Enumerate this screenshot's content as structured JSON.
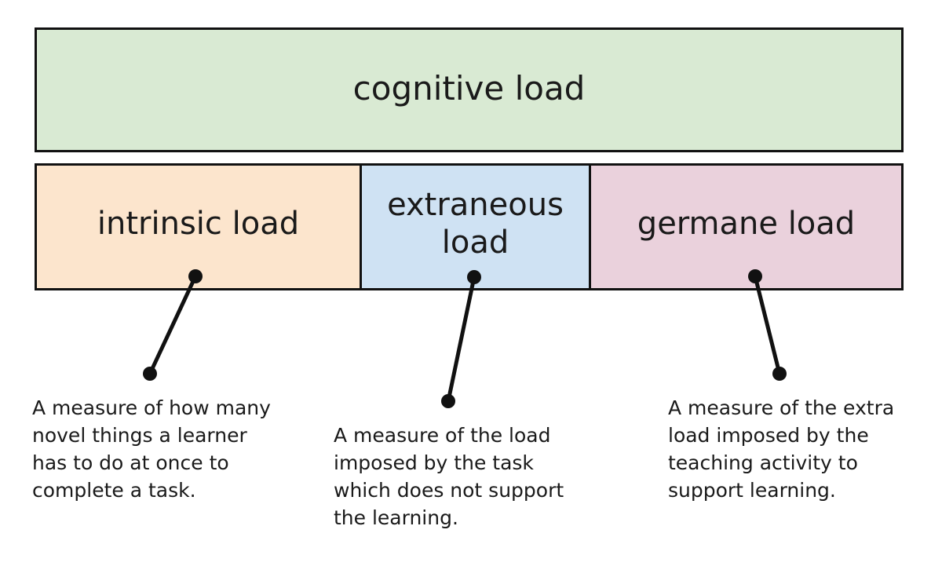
{
  "diagram": {
    "title": "cognitive load",
    "categories": [
      {
        "id": "intrinsic",
        "label": "intrinsic load",
        "description": "A measure of how many novel things a learner has to do at once to complete a task.",
        "color": "#fce5cd"
      },
      {
        "id": "extraneous",
        "label": "extraneous load",
        "description": "A measure of the load imposed by the task which does not support the learning.",
        "color": "#cfe2f3"
      },
      {
        "id": "germane",
        "label": "germane load",
        "description": "A measure of the extra load imposed by the teaching activity to support learning.",
        "color": "#ead1dc"
      }
    ],
    "title_color": "#d9ead3",
    "line_color": "#111111"
  }
}
